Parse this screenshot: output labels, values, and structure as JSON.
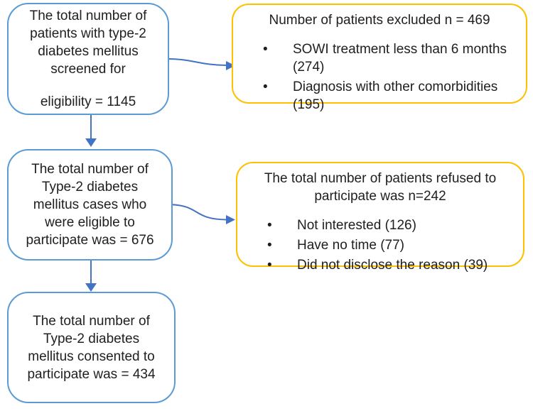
{
  "diagram": {
    "background": "#ffffff",
    "colors": {
      "blue_box_border": "#5B9BD5",
      "yellow_box_border": "#FFC000",
      "arrow": "#4472C4",
      "text": "#202020"
    },
    "bullet_glyph": "•",
    "boxes": {
      "screened": {
        "lines": [
          "The total number of",
          "patients with type-2",
          "diabetes mellitus",
          "screened for"
        ],
        "value_line": "eligibility = 1145"
      },
      "excluded": {
        "title": "Number of patients excluded n = 469",
        "bullets": [
          {
            "text": "SOWI treatment less than 6 months",
            "count": "(274)"
          },
          {
            "text": "Diagnosis with other comorbidities",
            "count": "(195)"
          }
        ]
      },
      "eligible": {
        "lines": [
          "The total number of",
          "Type-2 diabetes",
          "mellitus cases who",
          "were eligible to",
          "participate was = 676"
        ]
      },
      "refused": {
        "title_lines": [
          "The total number of patients refused to",
          "participate was n=242"
        ],
        "bullets": [
          "Not interested (126)",
          "Have no time (77)",
          "Did not disclose the reason (39)"
        ]
      },
      "consented": {
        "lines": [
          "The total number of",
          "Type-2 diabetes",
          "mellitus consented to",
          "participate was = 434"
        ]
      }
    }
  }
}
